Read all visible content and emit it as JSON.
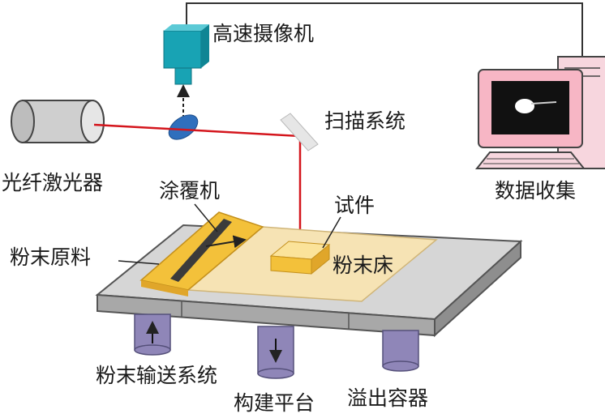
{
  "labels": {
    "camera": "高速摄像机",
    "scanner": "扫描系统",
    "laser": "光纤激光器",
    "data_collection": "数据收集",
    "recoater": "涂覆机",
    "specimen": "试件",
    "powder_feed": "粉末原料",
    "powder_bed": "粉末床",
    "powder_delivery": "粉末输送系统",
    "build_platform": "构建平台",
    "overflow": "溢出容器"
  },
  "colors": {
    "laser_beam": "#d4151c",
    "camera": "#18a3b4",
    "lens": "#2f6fbd",
    "powder": "#f3c13a",
    "bed": "#f6e3b4",
    "platform": "#d6d6d6",
    "pistons": "#8f86b8",
    "monitor": "#f7b6c5"
  },
  "icons": {
    "camera": "camera-icon",
    "computer": "computer-icon",
    "laser": "laser-cylinder-icon",
    "lens": "lens-icon",
    "mirror": "mirror-icon"
  }
}
